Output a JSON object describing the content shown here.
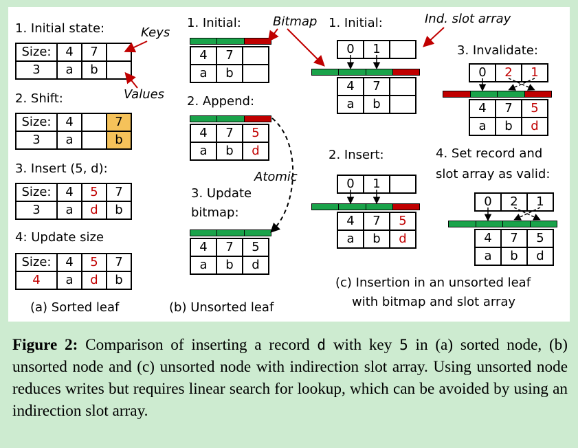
{
  "a": {
    "s1": "1. Initial state:",
    "s2": "2. Shift:",
    "s3": "3. Insert (5, d):",
    "s4": "4: Update size",
    "keys_label": "Keys",
    "values_label": "Values",
    "caption": "(a) Sorted leaf",
    "size_label": "Size:",
    "t1": {
      "size": "3",
      "keys": [
        "4",
        "7",
        ""
      ],
      "vals": [
        "a",
        "b",
        ""
      ]
    },
    "t2": {
      "size": "3",
      "keys": [
        "4",
        "",
        "7"
      ],
      "vals": [
        "a",
        "",
        "b"
      ]
    },
    "t3": {
      "size": "3",
      "keys": [
        "4",
        "5",
        "7"
      ],
      "vals": [
        "a",
        "d",
        "b"
      ]
    },
    "t4": {
      "size": "4",
      "keys": [
        "4",
        "5",
        "7"
      ],
      "vals": [
        "a",
        "d",
        "b"
      ]
    }
  },
  "b": {
    "s1": "1. Initial:",
    "s2": "2. Append:",
    "s3a": "3. Update",
    "s3b": "bitmap:",
    "bitmap_label": "Bitmap",
    "atomic_label": "Atomic",
    "caption": "(b) Unsorted leaf",
    "t1": {
      "keys": [
        "4",
        "7",
        ""
      ],
      "vals": [
        "a",
        "b",
        ""
      ]
    },
    "t2": {
      "keys": [
        "4",
        "7",
        "5"
      ],
      "vals": [
        "a",
        "b",
        "d"
      ]
    },
    "t3": {
      "keys": [
        "4",
        "7",
        "5"
      ],
      "vals": [
        "a",
        "b",
        "d"
      ]
    }
  },
  "c": {
    "s1": "1. Initial:",
    "s2": "2. Insert:",
    "s3": "3. Invalidate:",
    "s4a": "4. Set record and",
    "s4b": "slot array as valid:",
    "slot_label": "Ind. slot array",
    "caption_line1": "(c) Insertion in an unsorted leaf",
    "caption_line2": "with bitmap and slot array",
    "t1": {
      "slots": [
        "0",
        "1",
        ""
      ],
      "keys": [
        "4",
        "7",
        ""
      ],
      "vals": [
        "a",
        "b",
        ""
      ]
    },
    "t2": {
      "slots": [
        "0",
        "1",
        ""
      ],
      "keys": [
        "4",
        "7",
        "5"
      ],
      "vals": [
        "a",
        "b",
        "d"
      ]
    },
    "t3": {
      "slots": [
        "0",
        "2",
        "1"
      ],
      "keys": [
        "4",
        "7",
        "5"
      ],
      "vals": [
        "a",
        "b",
        "d"
      ]
    },
    "t4": {
      "slots": [
        "0",
        "2",
        "1"
      ],
      "keys": [
        "4",
        "7",
        "5"
      ],
      "vals": [
        "a",
        "b",
        "d"
      ]
    }
  },
  "figure_caption": {
    "label": "Figure 2:",
    "text_before": " Comparison of inserting a record ",
    "record": "d",
    "text_mid": " with key ",
    "key": "5",
    "text_after": " in (a) sorted node, (b) unsorted node and (c) unsorted node with indirection slot array. Using unsorted node reduces writes but requires linear search for lookup, which can be avoided by using an indirection slot array."
  },
  "colors": {
    "valid": "#1aa34a",
    "invalid": "#c00000",
    "highlight": "#f5c25a",
    "background": "#cdebd0"
  }
}
